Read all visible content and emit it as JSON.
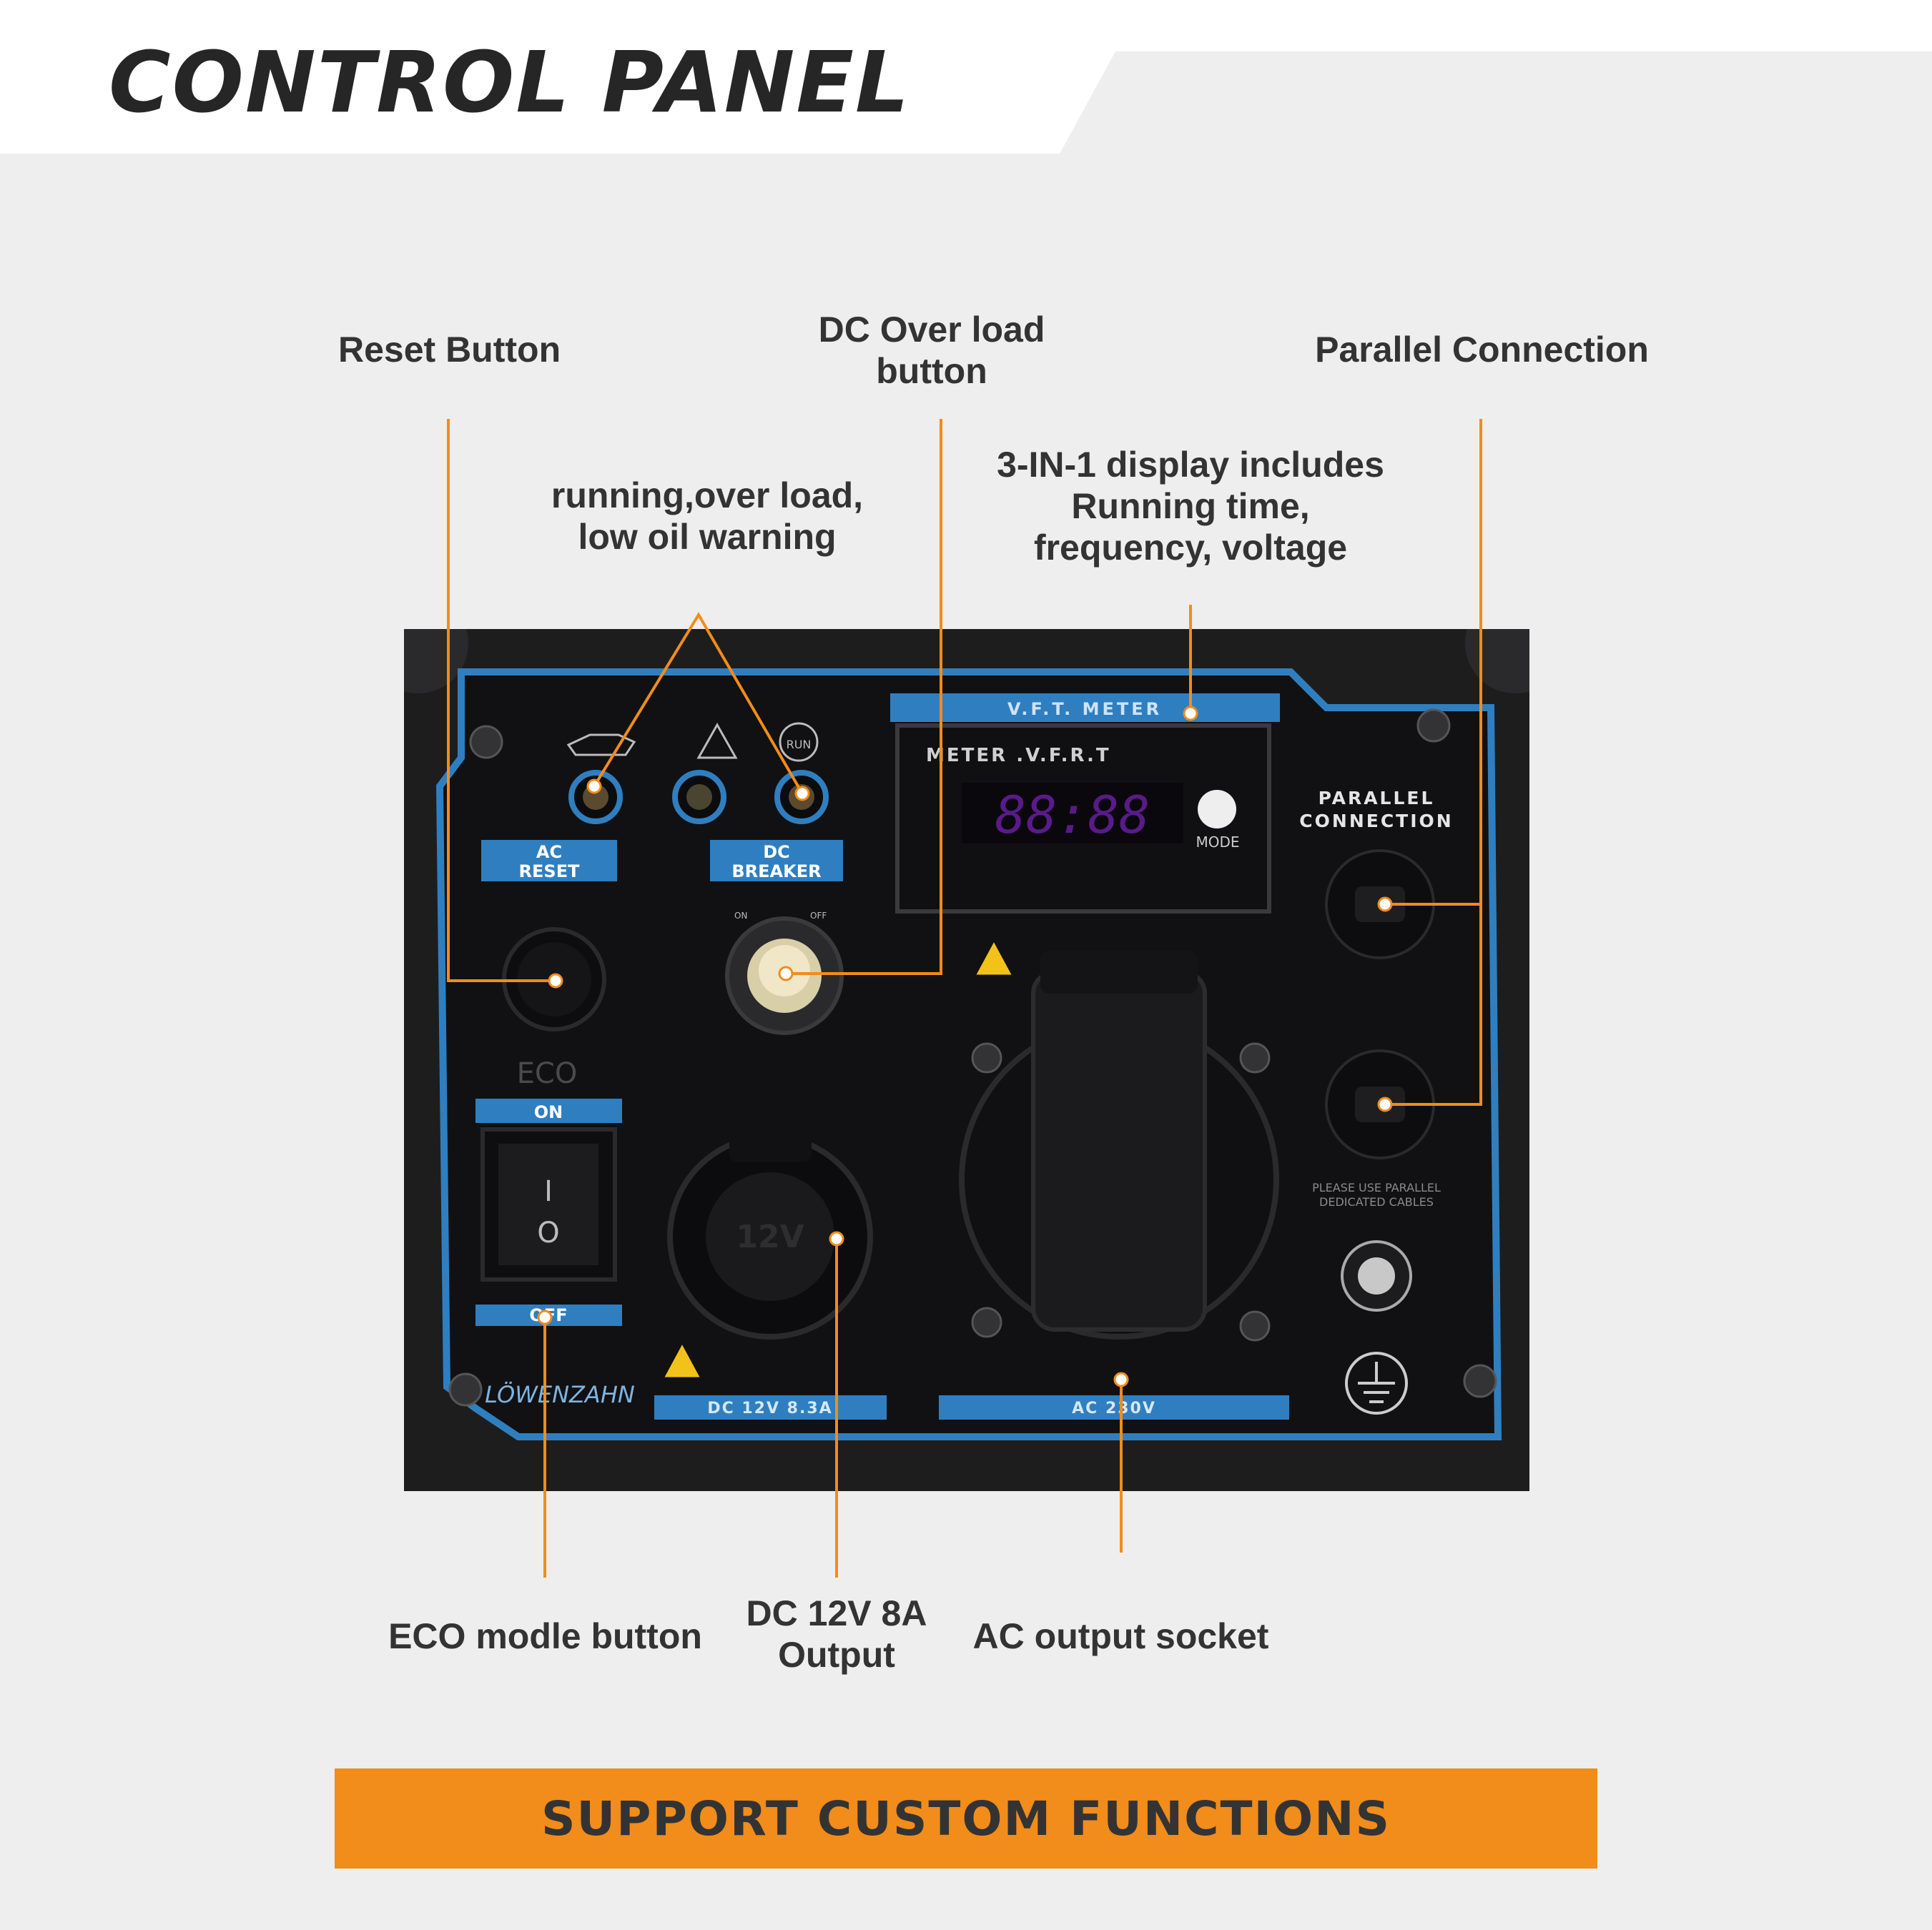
{
  "header": {
    "title": "CONTROL PANEL"
  },
  "labels": {
    "reset": "Reset Button",
    "dc_overload_line1": "DC Over load",
    "dc_overload_line2": "button",
    "parallel": "Parallel Connection",
    "warning_line1": "running,over load,",
    "warning_line2": "low oil warning",
    "display_line1": "3-IN-1 display includes",
    "display_line2": "Running time,",
    "display_line3": "frequency, voltage",
    "eco": "ECO modle button",
    "dc_output_line1": "DC 12V 8A",
    "dc_output_line2": "Output",
    "ac": "AC output socket"
  },
  "panel": {
    "ac_reset_line1": "AC",
    "ac_reset_line2": "RESET",
    "dc_breaker_line1": "DC",
    "dc_breaker_line2": "BREAKER",
    "breaker_on": "ON",
    "breaker_off": "OFF",
    "vft_meter": "V.F.T. METER",
    "meter_label": "METER .V.F.R.T",
    "digits": "88:88",
    "mode": "MODE",
    "parallel_line1": "PARALLEL",
    "parallel_line2": "CONNECTION",
    "parallel_note_line1": "PLEASE USE PARALLEL",
    "parallel_note_line2": "DEDICATED CABLES",
    "eco": "ECO",
    "eco_on": "ON",
    "eco_off": "OFF",
    "switch_on_mark": "I",
    "switch_off_mark": "O",
    "run": "RUN",
    "dc_socket": "12V",
    "dc_label": "DC 12V 8.3A",
    "ac_label": "AC 230V",
    "brand": "LÖWENZAHN"
  },
  "footer": {
    "text": "SUPPORT CUSTOM FUNCTIONS"
  },
  "colors": {
    "accent": "#f28c1a",
    "panel_blue": "#2f7fc0",
    "text": "#333333",
    "header_bg": "#ffffff",
    "page_bg": "#eeeeee"
  }
}
